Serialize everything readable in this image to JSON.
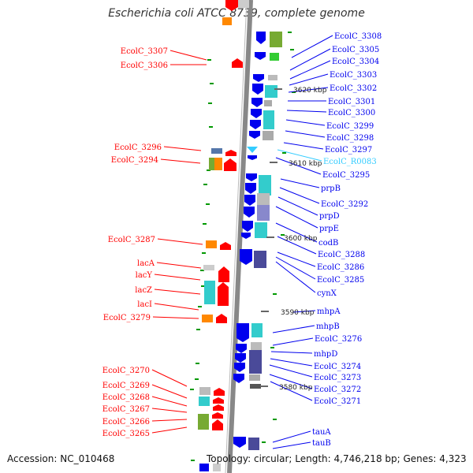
{
  "title": "Escherichia coli ATCC 8739, complete genome",
  "footer": {
    "accession": "Accession: NC_010468",
    "topology": "Topology: circular; Length: 4,746,218 bp; Genes: 4,323"
  },
  "colors": {
    "reverse_strand": "#ff0000",
    "forward_strand": "#0000ee",
    "rna_feature": "#33ccff",
    "backbone": "#888888",
    "tick": "#009900",
    "gc_low": "#ff8800",
    "gc_high": "#33cccc",
    "gc_dark": "#4a4a99"
  },
  "kbp_markers": [
    "3620 kbp",
    "3610 kbp",
    "3600 kbp",
    "3590 kbp",
    "3580 kbp"
  ],
  "left_labels": [
    "EcolC_3307",
    "EcolC_3306",
    "EcolC_3296",
    "EcolC_3294",
    "EcolC_3287",
    "lacA",
    "lacY",
    "lacZ",
    "lacI",
    "EcolC_3279",
    "EcolC_3270",
    "EcolC_3269",
    "EcolC_3268",
    "EcolC_3267",
    "EcolC_3266",
    "EcolC_3265"
  ],
  "right_labels": [
    "EcolC_3308",
    "EcolC_3305",
    "EcolC_3304",
    "EcolC_3303",
    "EcolC_3302",
    "EcolC_3301",
    "EcolC_3300",
    "EcolC_3299",
    "EcolC_3298",
    "EcolC_3297",
    "EcolC_R0083",
    "EcolC_3295",
    "prpB",
    "EcolC_3292",
    "prpD",
    "prpE",
    "codB",
    "EcolC_3288",
    "EcolC_3286",
    "EcolC_3285",
    "cynX",
    "mhpA",
    "mhpB",
    "EcolC_3276",
    "mhpD",
    "EcolC_3274",
    "EcolC_3273",
    "EcolC_3272",
    "EcolC_3271",
    "tauA",
    "tauB"
  ]
}
